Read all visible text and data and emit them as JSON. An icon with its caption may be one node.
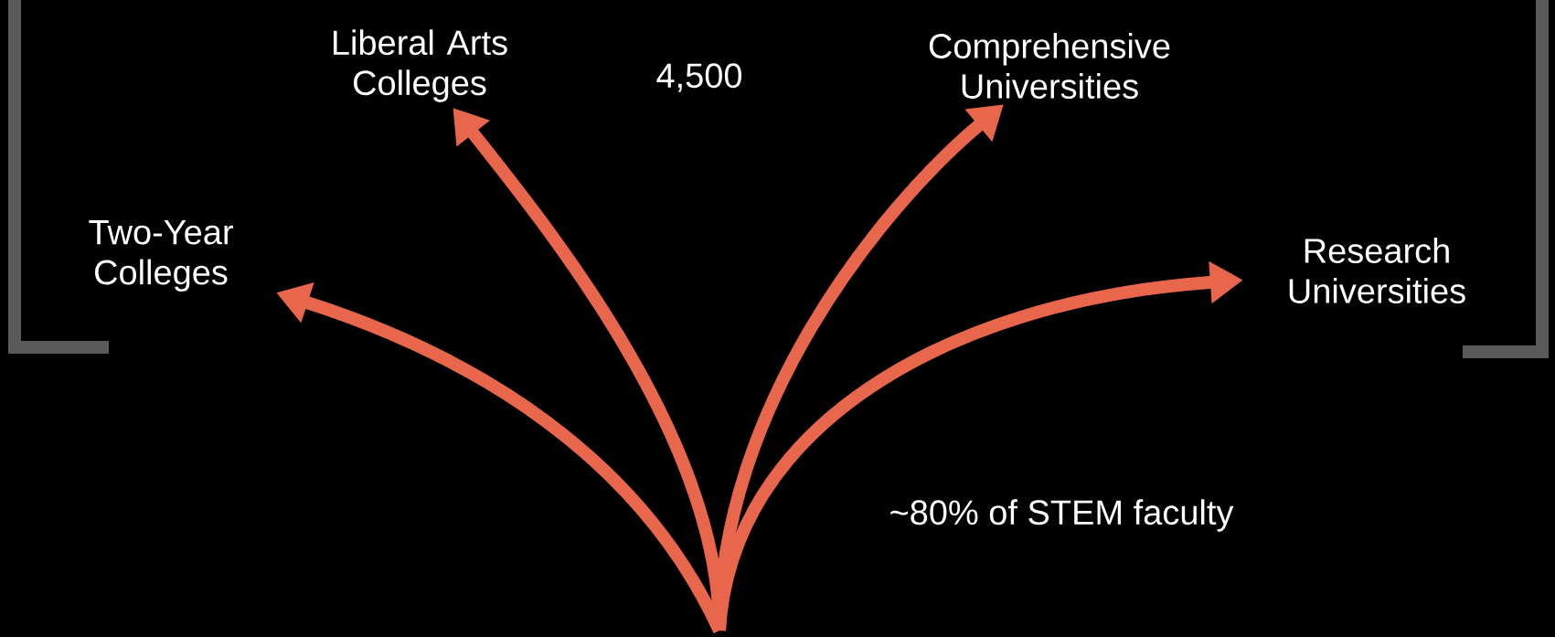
{
  "diagram": {
    "nodes": [
      {
        "text": [
          "Two-Year Colleges"
        ]
      },
      {
        "text": [
          "Liberal Arts Colleges"
        ]
      },
      {
        "text": [
          "Comprehensive Universities"
        ]
      },
      {
        "text": [
          "Research Universities"
        ]
      }
    ],
    "edges": [
      {
        "from": null,
        "to": 0,
        "arrow": "to"
      },
      {
        "from": null,
        "to": 1,
        "arrow": "to"
      },
      {
        "from": null,
        "to": 2,
        "arrow": "to"
      },
      {
        "from": null,
        "to": 3,
        "arrow": "to"
      }
    ],
    "labels": [
      "4,500",
      "~80% of STEM faculty"
    ]
  }
}
